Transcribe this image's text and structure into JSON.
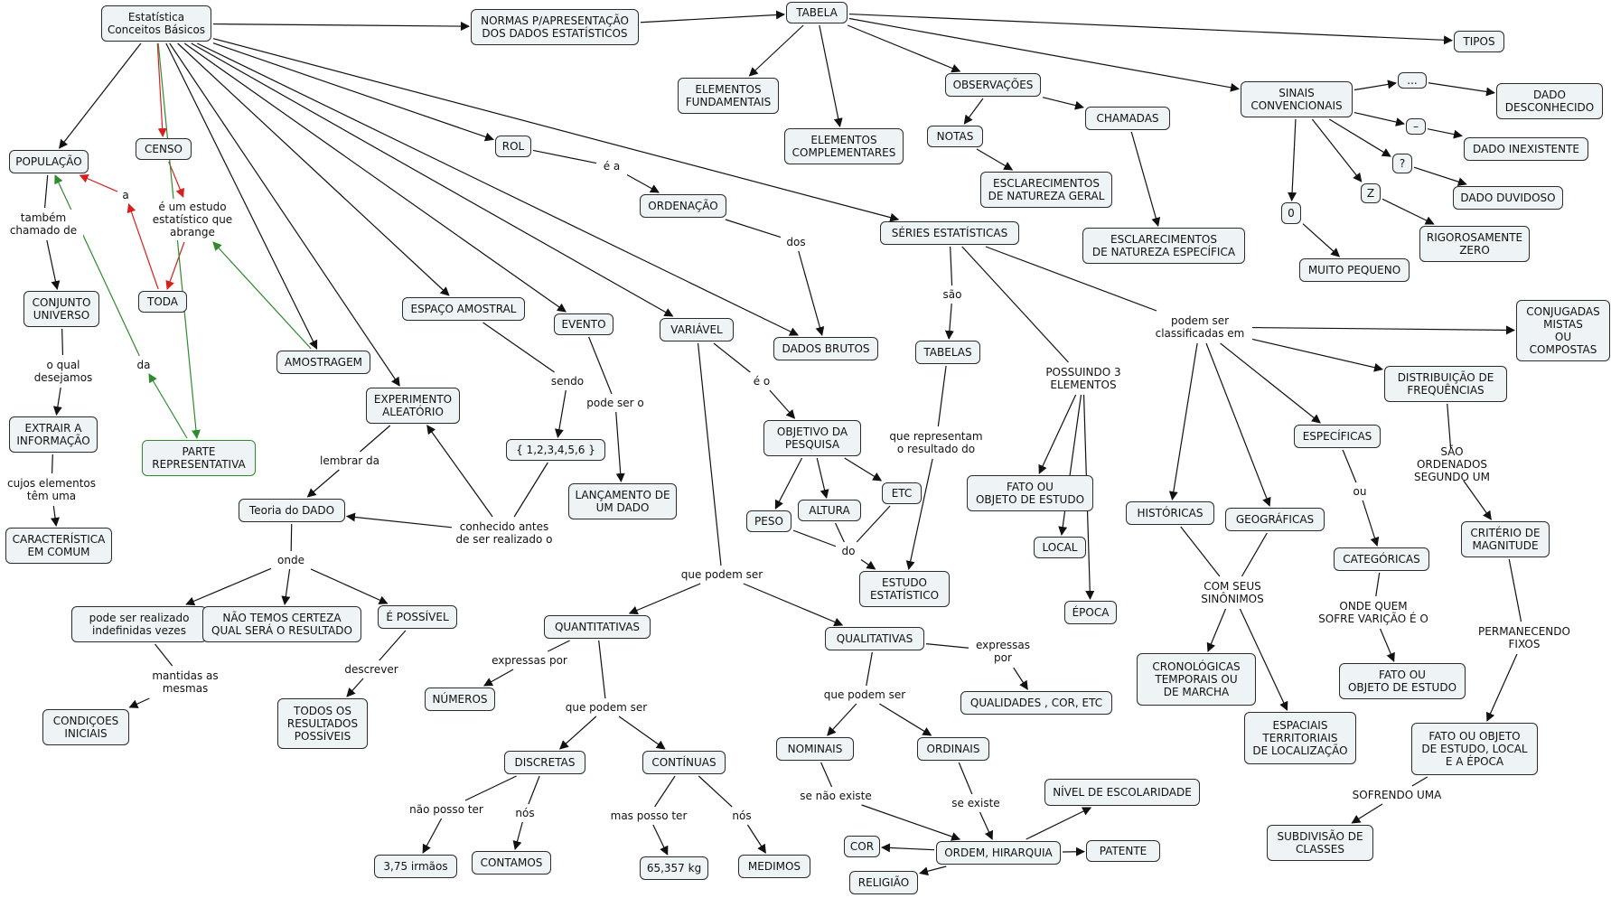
{
  "colors": {
    "edge": "#111111",
    "red_edge": "#d62020",
    "green_edge": "#2e8b2e",
    "node_fill": "#eef3f5"
  },
  "nodes": [
    {
      "id": "estat",
      "text": "Estatística\nConceitos Básicos"
    },
    {
      "id": "normas",
      "text": "NORMAS P/APRESENTAÇÃO\nDOS DADOS ESTATÍSTICOS"
    },
    {
      "id": "tabela",
      "text": "TABELA"
    },
    {
      "id": "tipos",
      "text": "TIPOS"
    },
    {
      "id": "elemfund",
      "text": "ELEMENTOS\nFUNDAMENTAIS"
    },
    {
      "id": "elemcomp",
      "text": "ELEMENTOS\nCOMPLEMENTARES"
    },
    {
      "id": "observ",
      "text": "OBSERVAÇÕES"
    },
    {
      "id": "notas",
      "text": "NOTAS"
    },
    {
      "id": "chamadas",
      "text": "CHAMADAS"
    },
    {
      "id": "escl_geral",
      "text": "ESCLARECIMENTOS\nDE NATUREZA GERAL"
    },
    {
      "id": "escl_esp",
      "text": "ESCLARECIMENTOS\nDE NATUREZA ESPECÍFICA"
    },
    {
      "id": "sinais",
      "text": "SINAIS\nCONVENCIONAIS"
    },
    {
      "id": "s_dots",
      "text": "..."
    },
    {
      "id": "s_dash",
      "text": "–"
    },
    {
      "id": "s_q",
      "text": "?"
    },
    {
      "id": "s_z",
      "text": "Z"
    },
    {
      "id": "s_0",
      "text": "0"
    },
    {
      "id": "dado_desc",
      "text": "DADO\nDESCONHECIDO"
    },
    {
      "id": "dado_inex",
      "text": "DADO INEXISTENTE"
    },
    {
      "id": "dado_duv",
      "text": "DADO DUVIDOSO"
    },
    {
      "id": "rig_zero",
      "text": "RIGOROSAMENTE\nZERO"
    },
    {
      "id": "muito_peq",
      "text": "MUITO PEQUENO"
    },
    {
      "id": "populacao",
      "text": "POPULAÇÃO"
    },
    {
      "id": "censo",
      "text": "CENSO"
    },
    {
      "id": "toda",
      "text": "TODA"
    },
    {
      "id": "conj_univ",
      "text": "CONJUNTO\nUNIVERSO"
    },
    {
      "id": "extrair",
      "text": "EXTRAIR A\nINFORMAÇÃO"
    },
    {
      "id": "caract",
      "text": "CARACTERÍSTICA\nEM COMUM"
    },
    {
      "id": "parte_rep",
      "text": "PARTE\nREPRESENTATIVA",
      "green": true
    },
    {
      "id": "amostragem",
      "text": "AMOSTRAGEM"
    },
    {
      "id": "rol",
      "text": "ROL"
    },
    {
      "id": "ordenacao",
      "text": "ORDENAÇÃO"
    },
    {
      "id": "dados_brutos",
      "text": "DADOS BRUTOS"
    },
    {
      "id": "esp_amostral",
      "text": "ESPAÇO AMOSTRAL"
    },
    {
      "id": "evento",
      "text": "EVENTO"
    },
    {
      "id": "variavel",
      "text": "VARIÁVEL"
    },
    {
      "id": "exp_aleat",
      "text": "EXPERIMENTO\nALEATÓRIO"
    },
    {
      "id": "conjunto",
      "text": "{ 1,2,3,4,5,6 }"
    },
    {
      "id": "lancamento",
      "text": "LANÇAMENTO DE\nUM DADO"
    },
    {
      "id": "teoria",
      "text": "Teoria do DADO"
    },
    {
      "id": "pode_real",
      "text": "pode ser realizado\nindefinidas vezes"
    },
    {
      "id": "nao_temos",
      "text": "NÃO TEMOS CERTEZA\nQUAL SERÁ O RESULTADO"
    },
    {
      "id": "e_possivel",
      "text": "É POSSÍVEL"
    },
    {
      "id": "cond_ini",
      "text": "CONDIÇOES\nINICIAIS"
    },
    {
      "id": "todos_os",
      "text": "TODOS OS\nRESULTADOS\nPOSSÍVEIS"
    },
    {
      "id": "obj_pesq",
      "text": "OBJETIVO DA\nPESQUISA"
    },
    {
      "id": "peso",
      "text": "PESO"
    },
    {
      "id": "altura",
      "text": "ALTURA"
    },
    {
      "id": "etc",
      "text": "ETC"
    },
    {
      "id": "estudo_est",
      "text": "ESTUDO\nESTATÍSTICO"
    },
    {
      "id": "quantit",
      "text": "QUANTITATIVAS"
    },
    {
      "id": "qualit",
      "text": "QUALITATIVAS"
    },
    {
      "id": "numeros",
      "text": "NÚMEROS"
    },
    {
      "id": "qualidades",
      "text": "QUALIDADES , COR, ETC"
    },
    {
      "id": "discretas",
      "text": "DISCRETAS"
    },
    {
      "id": "continuas",
      "text": "CONTÍNUAS"
    },
    {
      "id": "tres75",
      "text": "3,75 irmãos"
    },
    {
      "id": "contamos",
      "text": "CONTAMOS"
    },
    {
      "id": "kg",
      "text": "65,357 kg"
    },
    {
      "id": "medimos",
      "text": "MEDIMOS"
    },
    {
      "id": "nominais",
      "text": "NOMINAIS"
    },
    {
      "id": "ordinais",
      "text": "ORDINAIS"
    },
    {
      "id": "ordem",
      "text": "ORDEM, HIRARQUIA"
    },
    {
      "id": "cor",
      "text": "COR"
    },
    {
      "id": "religiao",
      "text": "RELIGIÃO"
    },
    {
      "id": "patente",
      "text": "PATENTE"
    },
    {
      "id": "nivel",
      "text": "NÍVEL DE ESCOLARIDADE"
    },
    {
      "id": "series",
      "text": "SÉRIES ESTATÍSTICAS"
    },
    {
      "id": "tabelas",
      "text": "TABELAS"
    },
    {
      "id": "fato_obj1",
      "text": "FATO OU\nOBJETO DE ESTUDO"
    },
    {
      "id": "local",
      "text": "LOCAL"
    },
    {
      "id": "epoca",
      "text": "ÉPOCA"
    },
    {
      "id": "historicas",
      "text": "HISTÓRICAS"
    },
    {
      "id": "geograficas",
      "text": "GEOGRÁFICAS"
    },
    {
      "id": "especificas",
      "text": "ESPECÍFICAS"
    },
    {
      "id": "categoricas",
      "text": "CATEGÓRICAS"
    },
    {
      "id": "fato_obj2",
      "text": "FATO OU\nOBJETO DE ESTUDO"
    },
    {
      "id": "crono",
      "text": "CRONOLÓGICAS\nTEMPORAIS OU\nDE MARCHA"
    },
    {
      "id": "espaciais",
      "text": "ESPACIAIS\nTERRITORIAIS\nDE LOCALIZAÇÃO"
    },
    {
      "id": "conjugadas",
      "text": "CONJUGADAS\nMISTAS\nOU\nCOMPOSTAS"
    },
    {
      "id": "distrib",
      "text": "DISTRIBUIÇÃO DE\nFREQUÊNCIAS"
    },
    {
      "id": "criterio",
      "text": "CRITÉRIO DE\nMAGNITUDE"
    },
    {
      "id": "fato_obj3",
      "text": "FATO OU OBJETO\nDE ESTUDO, LOCAL\nE A ÉPOCA"
    },
    {
      "id": "subdiv",
      "text": "SUBDIVISÃO DE\nCLASSES"
    }
  ],
  "labels": [
    {
      "id": "l_tambem",
      "text": "também\nchamado de"
    },
    {
      "id": "l_oqual",
      "text": "o qual\ndesejamos"
    },
    {
      "id": "l_cujos",
      "text": "cujos elementos\ntêm uma"
    },
    {
      "id": "l_estudo",
      "text": "é um estudo\nestatístico que\nabrange"
    },
    {
      "id": "l_a",
      "text": "a"
    },
    {
      "id": "l_da",
      "text": "da"
    },
    {
      "id": "l_ea",
      "text": "é a"
    },
    {
      "id": "l_dos",
      "text": "dos"
    },
    {
      "id": "l_sendo",
      "text": "sendo"
    },
    {
      "id": "l_podeser",
      "text": "pode ser o"
    },
    {
      "id": "l_lembrar",
      "text": "lembrar da"
    },
    {
      "id": "l_conhecido",
      "text": "conhecido antes\nde ser realizado o"
    },
    {
      "id": "l_onde",
      "text": "onde"
    },
    {
      "id": "l_mantidas",
      "text": "mantidas as\nmesmas"
    },
    {
      "id": "l_descrever",
      "text": "descrever"
    },
    {
      "id": "l_eo",
      "text": "é o"
    },
    {
      "id": "l_do",
      "text": "do"
    },
    {
      "id": "l_quepodem1",
      "text": "que podem ser"
    },
    {
      "id": "l_expr1",
      "text": "expressas por"
    },
    {
      "id": "l_quepodem2",
      "text": "que podem ser"
    },
    {
      "id": "l_naoposso",
      "text": "não posso ter"
    },
    {
      "id": "l_nos1",
      "text": "nós"
    },
    {
      "id": "l_masposso",
      "text": "mas posso ter"
    },
    {
      "id": "l_nos2",
      "text": "nós"
    },
    {
      "id": "l_expr2",
      "text": "expressas\npor"
    },
    {
      "id": "l_quepodem3",
      "text": "que podem ser"
    },
    {
      "id": "l_senao",
      "text": "se não existe"
    },
    {
      "id": "l_seexiste",
      "text": "se existe"
    },
    {
      "id": "l_sao",
      "text": "são"
    },
    {
      "id": "l_querep",
      "text": "que representam\no resultado do"
    },
    {
      "id": "l_possuindo",
      "text": "POSSUINDO 3\nELEMENTOS"
    },
    {
      "id": "l_podemclass",
      "text": "podem ser\nclassificadas em"
    },
    {
      "id": "l_comseus",
      "text": "COM SEUS\nSINÔNIMOS"
    },
    {
      "id": "l_ou",
      "text": "ou"
    },
    {
      "id": "l_ondequem",
      "text": "ONDE QUEM\nSOFRE VARIÇÃO É O"
    },
    {
      "id": "l_saoord",
      "text": "SÃO ORDENADOS\nSEGUNDO UM"
    },
    {
      "id": "l_perman",
      "text": "PERMANECENDO\nFIXOS"
    },
    {
      "id": "l_sofrendo",
      "text": "SOFRENDO UMA"
    }
  ]
}
